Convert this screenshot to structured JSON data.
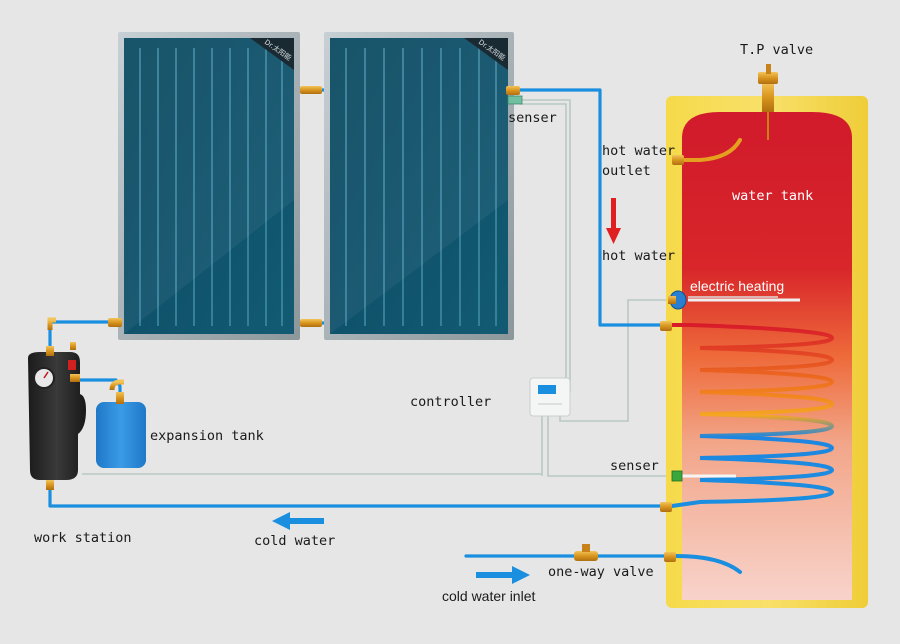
{
  "labels": {
    "tp_valve": "T.P valve",
    "senser_top": "senser",
    "hot_water_outlet_line1": "hot water",
    "hot_water_outlet_line2": "outlet",
    "water_tank": "water tank",
    "hot_water": "hot water",
    "electric_heating": "electric heating",
    "controller": "controller",
    "expansion_tank": "expansion tank",
    "senser_bottom": "senser",
    "work_station": "work station",
    "cold_water": "cold water",
    "one_way_valve": "one-way valve",
    "cold_water_inlet": "cold water inlet"
  },
  "panel_badge": "Dr.太阳能",
  "colors": {
    "background": "#e6e6e6",
    "pipe_blue": "#1a8fe0",
    "sensor_wire": "#b9c9c2",
    "tank_shell": "#f4d441",
    "tank_hot": "#d41d2b",
    "tank_cold": "#f5c6c0",
    "collector_frame": "#a9b4b8",
    "collector_glass": "#0f4e66",
    "fitting_brass": "#d99a22",
    "expansion_tank": "#2f8fd8",
    "arrow_hot": "#e02020",
    "arrow_cold": "#1a8fe0"
  }
}
